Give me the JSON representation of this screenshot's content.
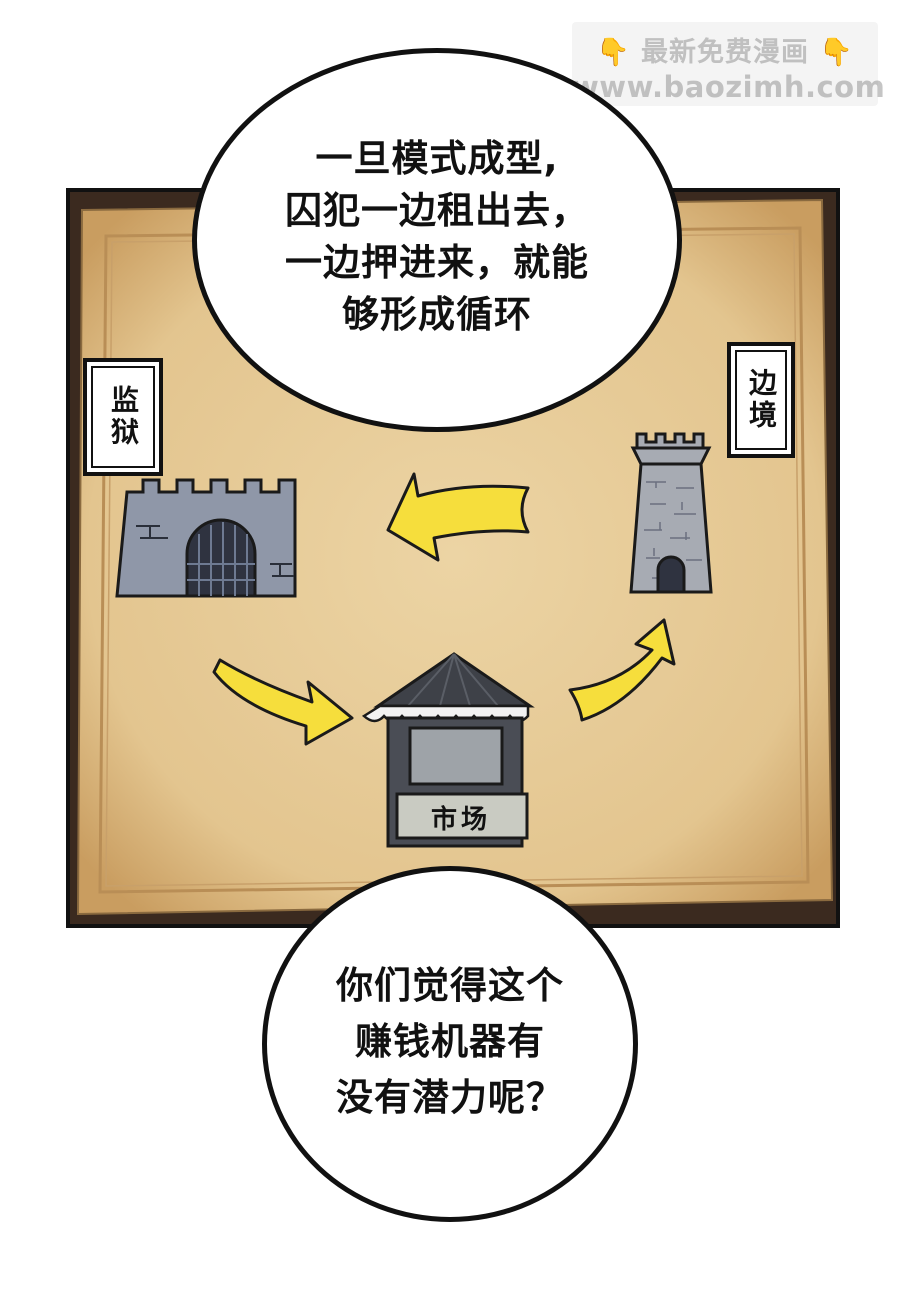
{
  "watermark": {
    "line1": "最新免费漫画",
    "line2": "www.baozimh.com",
    "icon": "pointing-down-hand-icon"
  },
  "speech": {
    "top": "一旦模式成型,\n囚犯一边租出去，\n一边押进来，就能\n够形成循环",
    "bottom": "你们觉得这个\n赚钱机器有\n没有潜力呢？"
  },
  "map": {
    "prison_label": "监狱",
    "border_label": "边境",
    "market_label": "市场"
  },
  "colors": {
    "parchment": "#e9cf9c",
    "parchment_edge": "#c89f63",
    "arrow_yellow": "#f6de3c",
    "stone_gray": "#8f97a8",
    "tower_gray": "#a7abb3",
    "market_dark": "#3e4148"
  }
}
